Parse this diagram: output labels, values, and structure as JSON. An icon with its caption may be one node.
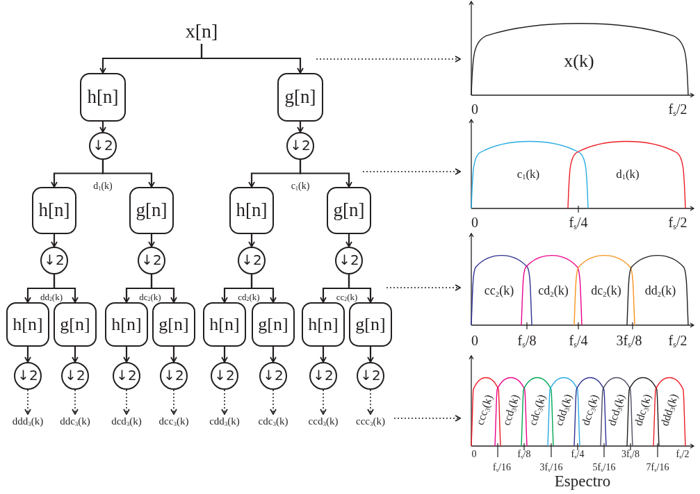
{
  "diagram": {
    "caption": "Espectro",
    "nodes": [
      {
        "text": [
          "x[n]"
        ]
      },
      {
        "text": [
          "h[n]"
        ]
      },
      {
        "text": [
          "g[n]"
        ]
      },
      {
        "text": [
          "↓2"
        ]
      },
      {
        "text": [
          "↓2"
        ]
      },
      {
        "text": [
          "h[n]"
        ]
      },
      {
        "text": [
          "g[n]"
        ]
      },
      {
        "text": [
          "h[n]"
        ]
      },
      {
        "text": [
          "g[n]"
        ]
      },
      {
        "text": [
          "↓2"
        ]
      },
      {
        "text": [
          "↓2"
        ]
      },
      {
        "text": [
          "↓2"
        ]
      },
      {
        "text": [
          "↓2"
        ]
      },
      {
        "text": [
          "h[n]"
        ]
      },
      {
        "text": [
          "g[n]"
        ]
      },
      {
        "text": [
          "h[n]"
        ]
      },
      {
        "text": [
          "g[n]"
        ]
      },
      {
        "text": [
          "h[n]"
        ]
      },
      {
        "text": [
          "g[n]"
        ]
      },
      {
        "text": [
          "h[n]"
        ]
      },
      {
        "text": [
          "g[n]"
        ]
      },
      {
        "text": [
          "↓2"
        ]
      },
      {
        "text": [
          "↓2"
        ]
      },
      {
        "text": [
          "↓2"
        ]
      },
      {
        "text": [
          "↓2"
        ]
      },
      {
        "text": [
          "↓2"
        ]
      },
      {
        "text": [
          "↓2"
        ]
      },
      {
        "text": [
          "↓2"
        ]
      },
      {
        "text": [
          "↓2"
        ]
      },
      {
        "text": [
          "ddd$_{3}$(k)"
        ]
      },
      {
        "text": [
          "ddc$_{3}$(k)"
        ]
      },
      {
        "text": [
          "dcd$_{3}$(k)"
        ]
      },
      {
        "text": [
          "dcc$_{3}$(k)"
        ]
      },
      {
        "text": [
          "cdd$_{3}$(k)"
        ]
      },
      {
        "text": [
          "cdc$_{3}$(k)"
        ]
      },
      {
        "text": [
          "ccd$_{3}$(k)"
        ]
      },
      {
        "text": [
          "ccc$_{3}$(k)"
        ]
      },
      {
        "text": [
          "x(k)"
        ]
      },
      {
        "text": [
          "c$_{1}$(k)",
          "d$_{1}$(k)"
        ]
      },
      {
        "text": [
          "cc$_{2}$(k)",
          "cd$_{2}$(k)",
          "dc$_{2}$(k)",
          "dd$_{2}$(k)"
        ]
      },
      {
        "text": [
          "ccc$_{3}$(k)",
          "ccd$_{3}$(k)",
          "cdc$_{3}$(k)",
          "cdd$_{3}$(k)",
          "dcc$_{3}$(k)",
          "dcd$_{3}$(k)",
          "ddc$_{3}$(k)",
          "ddd$_{3}$(k)"
        ]
      }
    ],
    "edges": [
      {
        "from": 0,
        "to": 1,
        "arrow": "to"
      },
      {
        "from": 0,
        "to": 2,
        "arrow": "to"
      },
      {
        "from": 1,
        "to": 3,
        "arrow": "to"
      },
      {
        "from": 2,
        "to": 4,
        "arrow": "to"
      },
      {
        "from": 3,
        "to": 5,
        "arrow": "to"
      },
      {
        "from": 3,
        "to": 6,
        "arrow": "to"
      },
      {
        "from": 4,
        "to": 7,
        "arrow": "to"
      },
      {
        "from": 4,
        "to": 8,
        "arrow": "to"
      },
      {
        "from": 5,
        "to": 9,
        "arrow": "to"
      },
      {
        "from": 6,
        "to": 10,
        "arrow": "to"
      },
      {
        "from": 7,
        "to": 11,
        "arrow": "to"
      },
      {
        "from": 8,
        "to": 12,
        "arrow": "to"
      },
      {
        "from": 9,
        "to": 13,
        "arrow": "to"
      },
      {
        "from": 9,
        "to": 14,
        "arrow": "to"
      },
      {
        "from": 10,
        "to": 15,
        "arrow": "to"
      },
      {
        "from": 10,
        "to": 16,
        "arrow": "to"
      },
      {
        "from": 11,
        "to": 17,
        "arrow": "to"
      },
      {
        "from": 11,
        "to": 18,
        "arrow": "to"
      },
      {
        "from": 12,
        "to": 19,
        "arrow": "to"
      },
      {
        "from": 12,
        "to": 20,
        "arrow": "to"
      },
      {
        "from": 13,
        "to": 21,
        "arrow": "to"
      },
      {
        "from": 14,
        "to": 22,
        "arrow": "to"
      },
      {
        "from": 15,
        "to": 23,
        "arrow": "to"
      },
      {
        "from": 16,
        "to": 24,
        "arrow": "to"
      },
      {
        "from": 17,
        "to": 25,
        "arrow": "to"
      },
      {
        "from": 18,
        "to": 26,
        "arrow": "to"
      },
      {
        "from": 19,
        "to": 27,
        "arrow": "to"
      },
      {
        "from": 20,
        "to": 28,
        "arrow": "to"
      },
      {
        "from": 21,
        "to": 29,
        "arrow": "to",
        "style": "dashed"
      },
      {
        "from": 22,
        "to": 30,
        "arrow": "to",
        "style": "dashed"
      },
      {
        "from": 23,
        "to": 31,
        "arrow": "to",
        "style": "dashed"
      },
      {
        "from": 24,
        "to": 32,
        "arrow": "to",
        "style": "dashed"
      },
      {
        "from": 25,
        "to": 33,
        "arrow": "to",
        "style": "dashed"
      },
      {
        "from": 26,
        "to": 34,
        "arrow": "to",
        "style": "dashed"
      },
      {
        "from": 27,
        "to": 35,
        "arrow": "to",
        "style": "dashed"
      },
      {
        "from": 28,
        "to": 36,
        "arrow": "to",
        "style": "dashed"
      },
      {
        "from": null,
        "to": 37,
        "arrow": "to",
        "style": "dashed"
      },
      {
        "from": null,
        "to": 38,
        "arrow": "to",
        "style": "dashed"
      },
      {
        "from": null,
        "to": 39,
        "arrow": "to",
        "style": "dashed"
      },
      {
        "from": 36,
        "to": 40,
        "arrow": "to",
        "style": "dashed"
      }
    ],
    "labels": [
      "d$_{1}$(k)",
      "c$_{1}$(k)",
      "dd$_{2}$(k)",
      "dc$_{2}$(k)",
      "cd$_{2}$(k)",
      "cc$_{2}$(k)",
      "0",
      "f$_{s}$/2",
      "0",
      "f$_{s}$/4",
      "f$_{s}$/2",
      "0",
      "f$_{s}$/8",
      "f$_{s}$/4",
      "3f$_{s}$/8",
      "f$_{s}$/2",
      "0",
      "f$_{s}$/8",
      "f$_{s}$/4",
      "3f$_{s}$/8",
      "f$_{s}$/2",
      "f$_{s}$/16",
      "3f$_{s}$/16",
      "5f$_{s}$/16",
      "7f$_{s}$/16"
    ]
  }
}
